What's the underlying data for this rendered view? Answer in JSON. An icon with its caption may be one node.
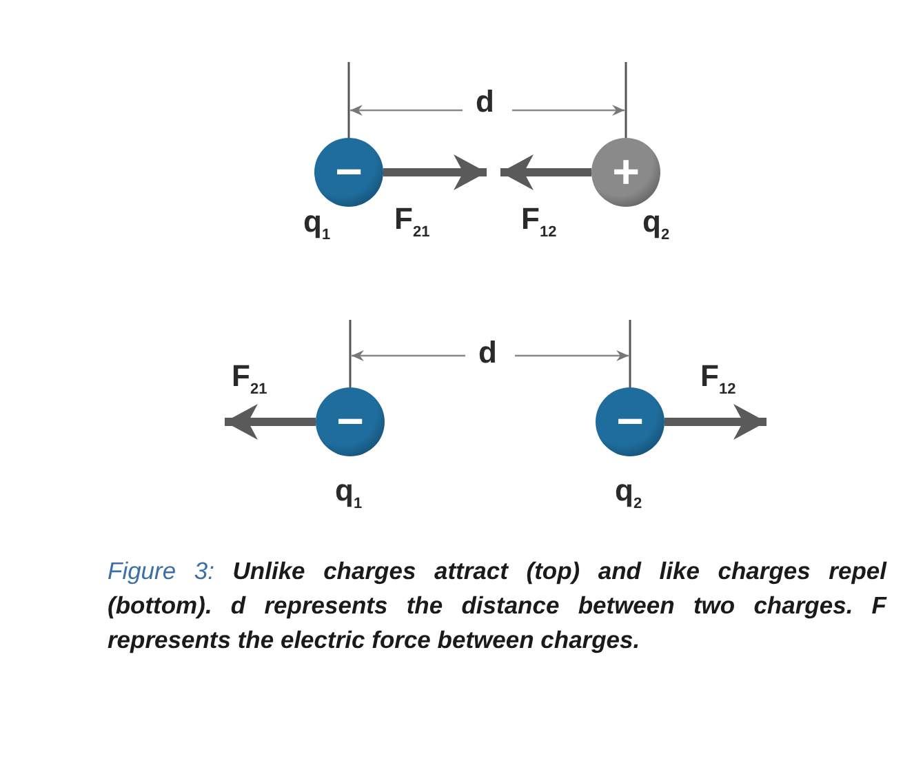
{
  "diagram": {
    "caption": "Figure 3: **Unlike charges attract (top) and like charges repel (bottom). d represents the distance between two charges. F represents the electric force between charges.**",
    "nodes": [
      {
        "text": [
          "−"
        ]
      },
      {
        "text": [
          "+"
        ]
      },
      {
        "text": [
          "−"
        ]
      },
      {
        "text": [
          "−"
        ]
      }
    ],
    "labels": [
      "d",
      "q$_{1}$",
      "F$_{21}$",
      "F$_{12}$",
      "q$_{2}$",
      "d",
      "F$_{21}$",
      "F$_{12}$",
      "q$_{1}$",
      "q$_{2}$"
    ]
  }
}
